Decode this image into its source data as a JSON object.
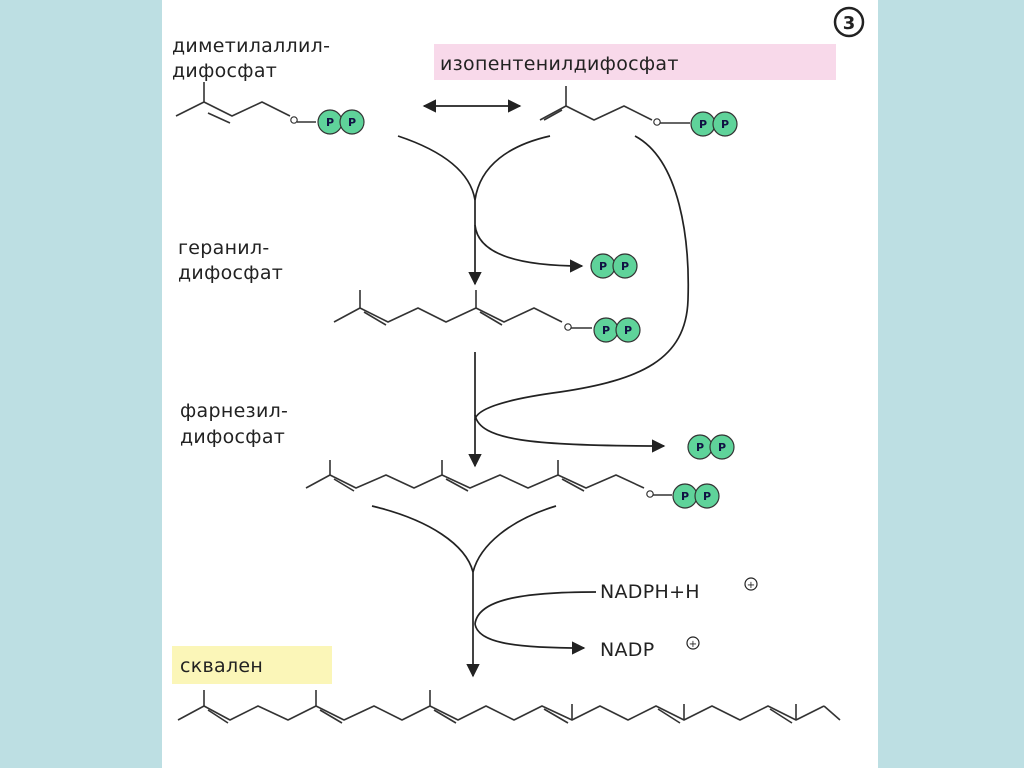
{
  "panel_number": "3",
  "labels": {
    "dmapp_line1": "диметилаллил-",
    "dmapp_line2": "дифосфат",
    "ipp": "изопентенилдифосфат",
    "gpp_line1": "геранил-",
    "gpp_line2": "дифосфат",
    "fpp_line1": "фарнезил-",
    "fpp_line2": "дифосфат",
    "nadph": "NADPH+H",
    "nadp": "NADP",
    "squalene": "сквален"
  },
  "phosphate_symbol": "P",
  "charge_symbol": "+",
  "colors": {
    "background": "#bddfe3",
    "phosphate_fill": "#5fd39a",
    "ipp_highlight": "#f8d9ea",
    "squalene_highlight": "#fbf6b8",
    "double_bond_green": "#6fbf6f"
  }
}
